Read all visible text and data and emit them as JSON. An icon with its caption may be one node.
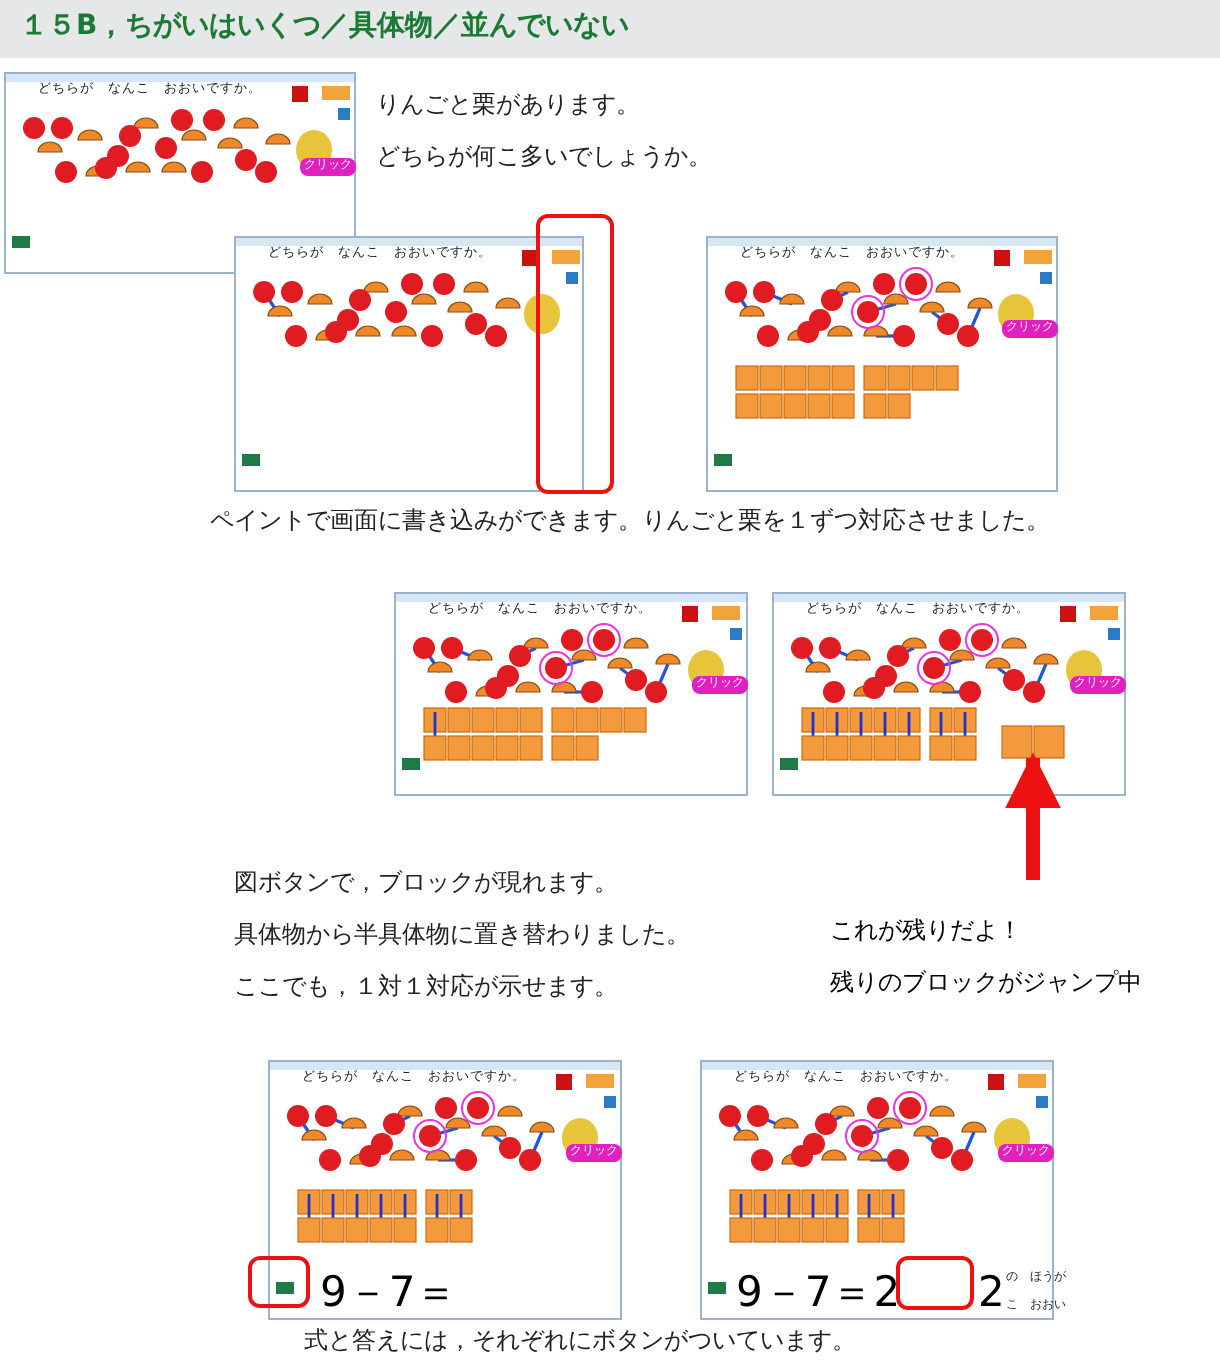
{
  "diagram": {
    "title": "１５B，ちがいはいくつ／具体物／並んでいない",
    "nodes": [
      {
        "text": [],
        "shape": "picture"
      },
      {
        "text": [],
        "shape": "picture"
      },
      {
        "text": [],
        "shape": "picture"
      },
      {
        "text": [],
        "shape": "picture"
      },
      {
        "text": [],
        "shape": "picture"
      },
      {
        "text": [],
        "shape": "box",
        "in": 4
      },
      {
        "text": [
          "これが残りだよ！",
          "残りのブロックがジャンプ中"
        ]
      },
      {
        "text": [],
        "shape": "picture"
      },
      {
        "text": [],
        "shape": "picture"
      }
    ],
    "edges": [
      {
        "from": 6,
        "to": 5,
        "arrow": "to",
        "color": "#ee1111"
      }
    ],
    "labels": [
      "どちらが　なんこ　おおいですか。",
      "クリック",
      "りんごと栗があります。",
      "どちらが何こ多いでしょうか。",
      "どちらが　なんこ　おおいですか。",
      "どちらが　なんこ　おおいですか。",
      "クリック",
      "ペイントで画面に書き込みができます。りんごと栗を１ずつ対応させました。",
      "どちらが　なんこ　おおいですか。",
      "クリック",
      "どちらが　なんこ　おおいですか。",
      "クリック",
      "図ボタンで，ブロックが現れます。",
      "具体物から半具体物に置き替わりました。",
      "ここでも，１対１対応が示せます。",
      "どちらが　なんこ　おおいですか。",
      "クリック",
      "9－7＝",
      "どちらが　なんこ　おおいですか。",
      "クリック",
      "9－7＝2",
      "2",
      "の　ほうが",
      "こ　おおい",
      "式と答えには，それぞれにボタンがついています。"
    ]
  }
}
